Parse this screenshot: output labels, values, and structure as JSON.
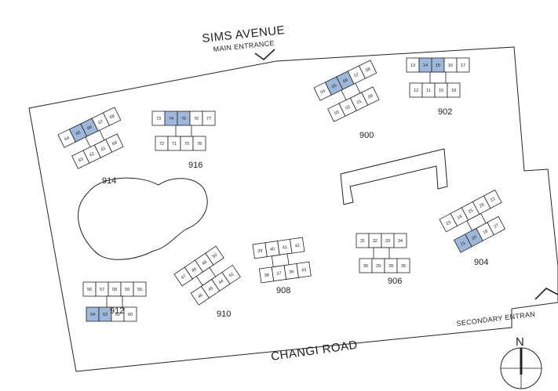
{
  "roads": {
    "north": "SIMS AVENUE",
    "north_sub": "MAIN ENTRANCE",
    "south": "CHANGI ROAD",
    "east_sub": "SECONDARY ENTRAN"
  },
  "compass": {
    "label": "N"
  },
  "colors": {
    "highlight": "#9db8da",
    "line": "#222222"
  },
  "blocks": [
    {
      "id": "914",
      "label": "914",
      "units": [
        {
          "n": "64",
          "hl": false
        },
        {
          "n": "65",
          "hl": true
        },
        {
          "n": "66",
          "hl": true
        },
        {
          "n": "67",
          "hl": false
        },
        {
          "n": "68",
          "hl": false
        },
        {
          "n": "63",
          "hl": false
        },
        {
          "n": "62",
          "hl": false
        },
        {
          "n": "61",
          "hl": false
        },
        {
          "n": "69",
          "hl": false
        }
      ]
    },
    {
      "id": "916",
      "label": "916",
      "units": [
        {
          "n": "73",
          "hl": false
        },
        {
          "n": "74",
          "hl": true
        },
        {
          "n": "75",
          "hl": true
        },
        {
          "n": "76",
          "hl": false
        },
        {
          "n": "77",
          "hl": false
        },
        {
          "n": "72",
          "hl": false
        },
        {
          "n": "71",
          "hl": false
        },
        {
          "n": "70",
          "hl": false
        },
        {
          "n": "78",
          "hl": false
        }
      ]
    },
    {
      "id": "900",
      "label": "900",
      "units": [
        {
          "n": "04",
          "hl": false
        },
        {
          "n": "05",
          "hl": true
        },
        {
          "n": "06",
          "hl": true
        },
        {
          "n": "07",
          "hl": false
        },
        {
          "n": "08",
          "hl": false
        },
        {
          "n": "03",
          "hl": false
        },
        {
          "n": "02",
          "hl": false
        },
        {
          "n": "01",
          "hl": false
        },
        {
          "n": "09",
          "hl": false
        }
      ]
    },
    {
      "id": "902",
      "label": "902",
      "units": [
        {
          "n": "13",
          "hl": false
        },
        {
          "n": "14",
          "hl": true
        },
        {
          "n": "15",
          "hl": true
        },
        {
          "n": "16",
          "hl": false
        },
        {
          "n": "17",
          "hl": false
        },
        {
          "n": "12",
          "hl": false
        },
        {
          "n": "11",
          "hl": false
        },
        {
          "n": "10",
          "hl": false
        },
        {
          "n": "18",
          "hl": false
        }
      ]
    },
    {
      "id": "912",
      "label": "912",
      "units": [
        {
          "n": "56",
          "hl": false
        },
        {
          "n": "57",
          "hl": false
        },
        {
          "n": "58",
          "hl": false
        },
        {
          "n": "59",
          "hl": false
        },
        {
          "n": "55",
          "hl": false
        },
        {
          "n": "54",
          "hl": true
        },
        {
          "n": "53",
          "hl": true
        },
        {
          "n": "52",
          "hl": false
        },
        {
          "n": "60",
          "hl": false
        }
      ]
    },
    {
      "id": "910",
      "label": "910",
      "units": [
        {
          "n": "47",
          "hl": false
        },
        {
          "n": "48",
          "hl": false
        },
        {
          "n": "49",
          "hl": false
        },
        {
          "n": "50",
          "hl": false
        },
        {
          "n": "46",
          "hl": false
        },
        {
          "n": "45",
          "hl": false
        },
        {
          "n": "44",
          "hl": false
        },
        {
          "n": "51",
          "hl": false
        }
      ]
    },
    {
      "id": "908",
      "label": "908",
      "units": [
        {
          "n": "39",
          "hl": false
        },
        {
          "n": "40",
          "hl": false
        },
        {
          "n": "41",
          "hl": false
        },
        {
          "n": "42",
          "hl": false
        },
        {
          "n": "38",
          "hl": false
        },
        {
          "n": "37",
          "hl": false
        },
        {
          "n": "36",
          "hl": false
        },
        {
          "n": "43",
          "hl": false
        }
      ]
    },
    {
      "id": "906",
      "label": "906",
      "units": [
        {
          "n": "31",
          "hl": false
        },
        {
          "n": "32",
          "hl": false
        },
        {
          "n": "33",
          "hl": false
        },
        {
          "n": "34",
          "hl": false
        },
        {
          "n": "30",
          "hl": false
        },
        {
          "n": "29",
          "hl": false
        },
        {
          "n": "28",
          "hl": false
        },
        {
          "n": "35",
          "hl": false
        }
      ]
    },
    {
      "id": "904",
      "label": "904",
      "units": [
        {
          "n": "23",
          "hl": false
        },
        {
          "n": "24",
          "hl": false
        },
        {
          "n": "25",
          "hl": false
        },
        {
          "n": "26",
          "hl": false
        },
        {
          "n": "22",
          "hl": false
        },
        {
          "n": "21",
          "hl": true
        },
        {
          "n": "20",
          "hl": true
        },
        {
          "n": "19",
          "hl": false
        },
        {
          "n": "27",
          "hl": false
        }
      ]
    }
  ]
}
